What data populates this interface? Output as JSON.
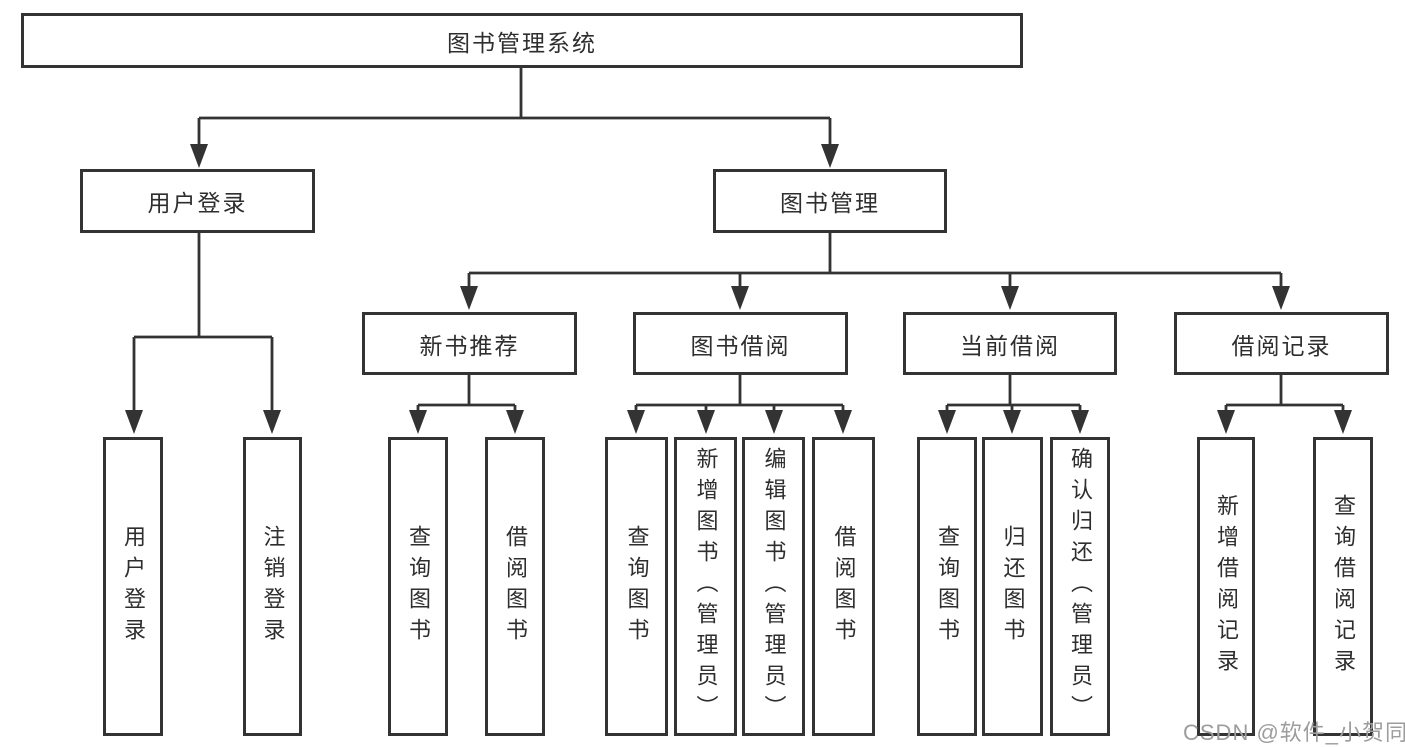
{
  "diagram": {
    "type": "hierarchy-tree",
    "title": "图书管理系统",
    "watermark": "CSDN @软件_小贺同学",
    "colors": {
      "line": "#333333",
      "box_border": "#333333",
      "box_fill": "#ffffff",
      "text": "#2e2e2e",
      "watermark": "#9d9d9d",
      "background": "#ffffff"
    },
    "nodes": [
      {
        "id": "root",
        "label": "图书管理系统",
        "level": 1,
        "parent": null,
        "orientation": "horizontal"
      },
      {
        "id": "user-login",
        "label": "用户登录",
        "level": 2,
        "parent": "root",
        "orientation": "horizontal"
      },
      {
        "id": "book-mgmt",
        "label": "图书管理",
        "level": 2,
        "parent": "root",
        "orientation": "horizontal"
      },
      {
        "id": "new-book-rec",
        "label": "新书推荐",
        "level": 3,
        "parent": "book-mgmt",
        "orientation": "horizontal"
      },
      {
        "id": "book-borrow",
        "label": "图书借阅",
        "level": 3,
        "parent": "book-mgmt",
        "orientation": "horizontal"
      },
      {
        "id": "current-borrow",
        "label": "当前借阅",
        "level": 3,
        "parent": "book-mgmt",
        "orientation": "horizontal"
      },
      {
        "id": "borrow-records",
        "label": "借阅记录",
        "level": 3,
        "parent": "book-mgmt",
        "orientation": "horizontal"
      },
      {
        "id": "login",
        "label": "用户登录",
        "level": 4,
        "parent": "user-login",
        "orientation": "vertical"
      },
      {
        "id": "logout",
        "label": "注销登录",
        "level": 4,
        "parent": "user-login",
        "orientation": "vertical"
      },
      {
        "id": "rec-query",
        "label": "查询图书",
        "level": 4,
        "parent": "new-book-rec",
        "orientation": "vertical"
      },
      {
        "id": "rec-borrow",
        "label": "借阅图书",
        "level": 4,
        "parent": "new-book-rec",
        "orientation": "vertical"
      },
      {
        "id": "borrow-query",
        "label": "查询图书",
        "level": 4,
        "parent": "book-borrow",
        "orientation": "vertical"
      },
      {
        "id": "borrow-add",
        "label": "新增图书（管理员）",
        "level": 4,
        "parent": "book-borrow",
        "orientation": "vertical"
      },
      {
        "id": "borrow-edit",
        "label": "编辑图书（管理员）",
        "level": 4,
        "parent": "book-borrow",
        "orientation": "vertical"
      },
      {
        "id": "borrow-borrow",
        "label": "借阅图书",
        "level": 4,
        "parent": "book-borrow",
        "orientation": "vertical"
      },
      {
        "id": "current-query",
        "label": "查询图书",
        "level": 4,
        "parent": "current-borrow",
        "orientation": "vertical"
      },
      {
        "id": "current-return",
        "label": "归还图书",
        "level": 4,
        "parent": "current-borrow",
        "orientation": "vertical"
      },
      {
        "id": "current-confirm",
        "label": "确认归还（管理员）",
        "level": 4,
        "parent": "current-borrow",
        "orientation": "vertical"
      },
      {
        "id": "records-add",
        "label": "新增借阅记录",
        "level": 4,
        "parent": "borrow-records",
        "orientation": "vertical"
      },
      {
        "id": "records-query",
        "label": "查询借阅记录",
        "level": 4,
        "parent": "borrow-records",
        "orientation": "vertical"
      }
    ]
  }
}
